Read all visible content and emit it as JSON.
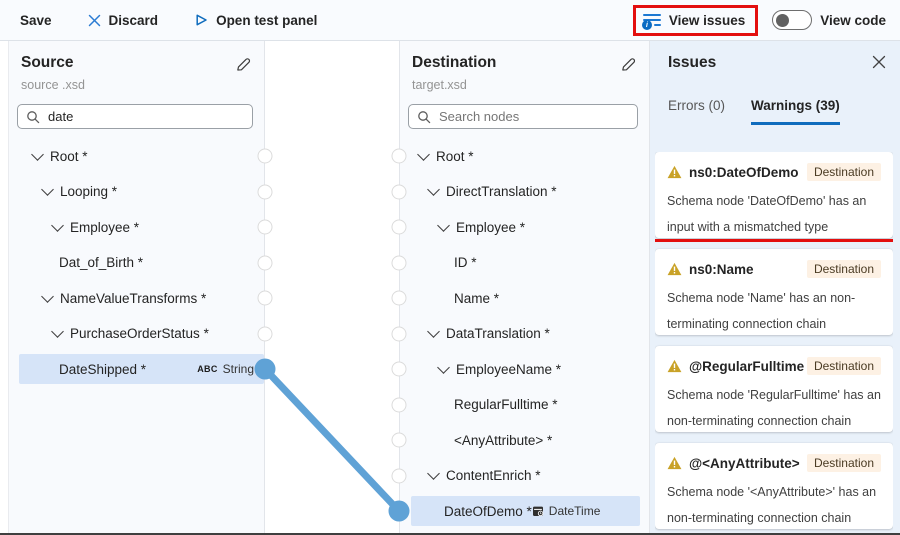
{
  "toolbar": {
    "save_label": "Save",
    "discard_label": "Discard",
    "open_test_panel_label": "Open test panel",
    "view_issues_label": "View issues",
    "view_code_label": "View code",
    "view_code_toggle_state": "off"
  },
  "source_panel": {
    "title": "Source",
    "subtitle": "source .xsd",
    "search_value": "date",
    "nodes": [
      {
        "label": "Root *"
      },
      {
        "label": "Looping *"
      },
      {
        "label": "Employee *"
      },
      {
        "label": "Dat_of_Birth *"
      },
      {
        "label": "NameValueTransforms *"
      },
      {
        "label": "PurchaseOrderStatus *"
      },
      {
        "label": "DateShipped *",
        "selected": true,
        "badge": {
          "icon_text": "ABC",
          "label": "String"
        }
      }
    ]
  },
  "destination_panel": {
    "title": "Destination",
    "subtitle": "target.xsd",
    "search_placeholder": "Search nodes",
    "nodes": [
      {
        "label": "Root *"
      },
      {
        "label": "DirectTranslation *"
      },
      {
        "label": "Employee *"
      },
      {
        "label": "ID *"
      },
      {
        "label": "Name *"
      },
      {
        "label": "DataTranslation *"
      },
      {
        "label": "EmployeeName *"
      },
      {
        "label": "RegularFulltime *"
      },
      {
        "label": "<AnyAttribute> *"
      },
      {
        "label": "ContentEnrich *"
      },
      {
        "label": "DateOfDemo *",
        "selected": true,
        "badge": {
          "icon": "datetime-icon",
          "label": "DateTime"
        }
      }
    ]
  },
  "connection": {
    "source_node": "DateShipped *",
    "destination_node": "DateOfDemo *",
    "color": "#5fa2d6"
  },
  "issues_panel": {
    "title": "Issues",
    "tabs": {
      "errors": "Errors (0)",
      "warnings": "Warnings (39)"
    },
    "active_tab": "warnings",
    "warnings": [
      {
        "name": "ns0:DateOfDemo",
        "badge": "Destination",
        "message": "Schema node 'DateOfDemo' has an input with a mismatched type",
        "highlighted": true
      },
      {
        "name": "ns0:Name",
        "badge": "Destination",
        "message": "Schema node 'Name' has an non-terminating connection chain"
      },
      {
        "name": "@RegularFulltime",
        "badge": "Destination",
        "message": "Schema node 'RegularFulltime' has an non-terminating connection chain"
      },
      {
        "name": "@<AnyAttribute>",
        "badge": "Destination",
        "message": "Schema node '<AnyAttribute>' has an non-terminating connection chain"
      }
    ]
  },
  "colors": {
    "accent": "#0f6cbd",
    "connection_blue": "#5fa2d6",
    "selected_row_bg": "#d6e4f8",
    "issues_panel_bg": "#e9f1fa",
    "warning_icon": "#c9a227",
    "destination_badge_bg": "#fdf1e4",
    "annotation_red": "#e30f0f"
  }
}
